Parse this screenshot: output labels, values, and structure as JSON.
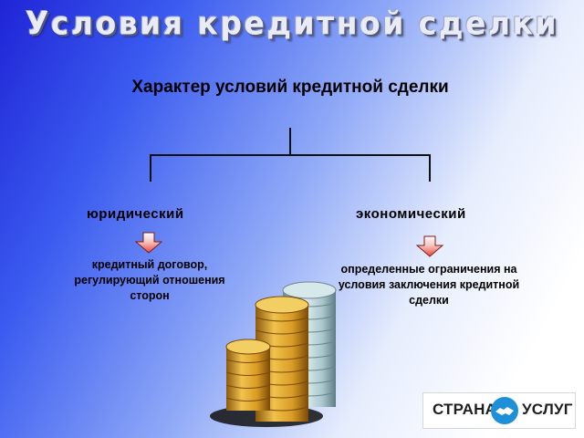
{
  "slide": {
    "title": "Условия кредитной сделки"
  },
  "diagram": {
    "root": "Характер условий кредитной сделки",
    "branches": [
      {
        "label": "юридический",
        "description": "кредитный договор, регулирующий отношения сторон"
      },
      {
        "label": "экономический",
        "description": "определенные ограничения на условия заключения кредитной сделки"
      }
    ]
  },
  "watermark": {
    "left_text": "СТРАНА",
    "right_text": "УСЛУГ",
    "icon": "handshake-icon"
  },
  "colors": {
    "arrow_fill": "#e8453c",
    "coin_gold": "#e8b83a",
    "coin_silver": "#b9d3d8",
    "logo_badge": "#1e90d8"
  }
}
